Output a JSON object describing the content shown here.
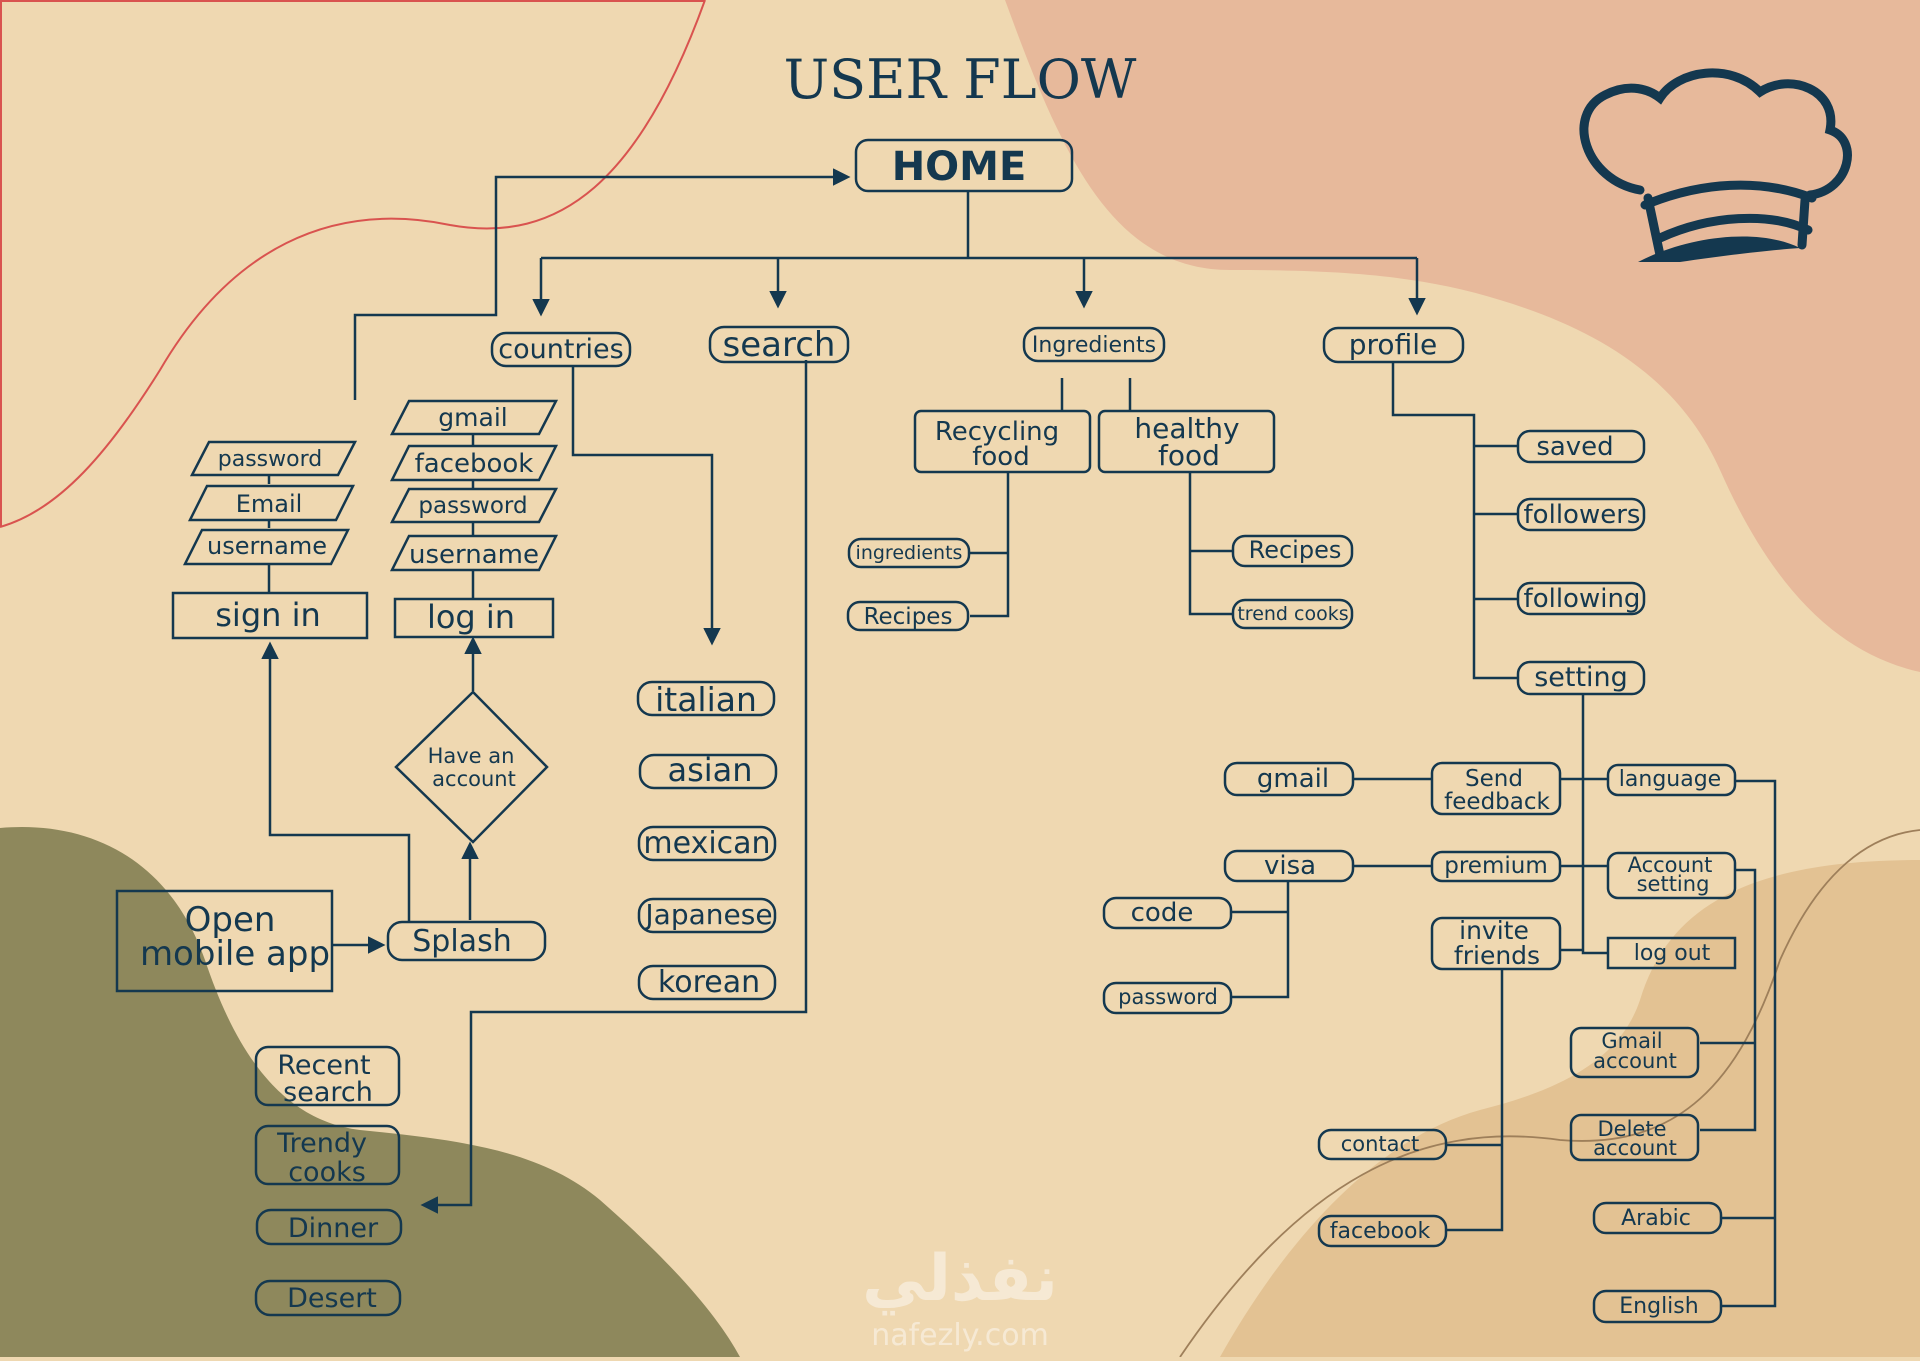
{
  "title": "USER FLOW",
  "watermark": {
    "arabic": "نفذلي",
    "latin": "nafezly.com"
  },
  "colors": {
    "background": "#efd8b1",
    "blob_peach": "#e7b99b",
    "blob_olive": "#8e885c",
    "blob_tan": "#e3c293",
    "ink": "#14384f",
    "accent_line": "#d9534f"
  },
  "logo": {
    "icon": "chef-hat-icon"
  },
  "nodes": {
    "home": "HOME",
    "countries": "countries",
    "search": "search",
    "ingredients": "Ingredients",
    "profile": "profile",
    "cnt_gmail": "gmail",
    "cnt_facebook": "facebook",
    "cnt_password": "password",
    "cnt_username": "username",
    "log_in": "log in",
    "su_password": "password",
    "su_email": "Email",
    "su_username": "username",
    "sign_in": "sign in",
    "have_account_1": "Have an",
    "have_account_2": "account",
    "open_app_1": "Open",
    "open_app_2": "mobile app",
    "splash": "Splash",
    "italian": "italian",
    "asian": "asian",
    "mexican": "mexican",
    "japanese": "Japanese",
    "korean": "korean",
    "recycling_1": "Recycling",
    "recycling_2": "food",
    "healthy_1": "healthy",
    "healthy_2": "food",
    "rec_ingredients": "ingredients",
    "rec_recipes": "Recipes",
    "hf_recipes": "Recipes",
    "hf_trend": "trend cooks",
    "saved": "saved",
    "followers": "followers",
    "following": "following",
    "setting": "setting",
    "fb_gmail": "gmail",
    "send_feedback_1": "Send",
    "send_feedback_2": "feedback",
    "language": "language",
    "visa": "visa",
    "premium": "premium",
    "account_setting_1": "Account",
    "account_setting_2": "setting",
    "code": "code",
    "pay_password": "password",
    "invite_1": "invite",
    "invite_2": "friends",
    "log_out": "log out",
    "gmail_account_1": "Gmail",
    "gmail_account_2": "account",
    "delete_account_1": "Delete",
    "delete_account_2": "account",
    "contact": "contact",
    "inv_facebook": "facebook",
    "arabic": "Arabic",
    "english": "English",
    "recent_1": "Recent",
    "recent_2": "search",
    "trendy_1": "Trendy",
    "trendy_2": "cooks",
    "dinner": "Dinner",
    "desert": "Desert"
  }
}
